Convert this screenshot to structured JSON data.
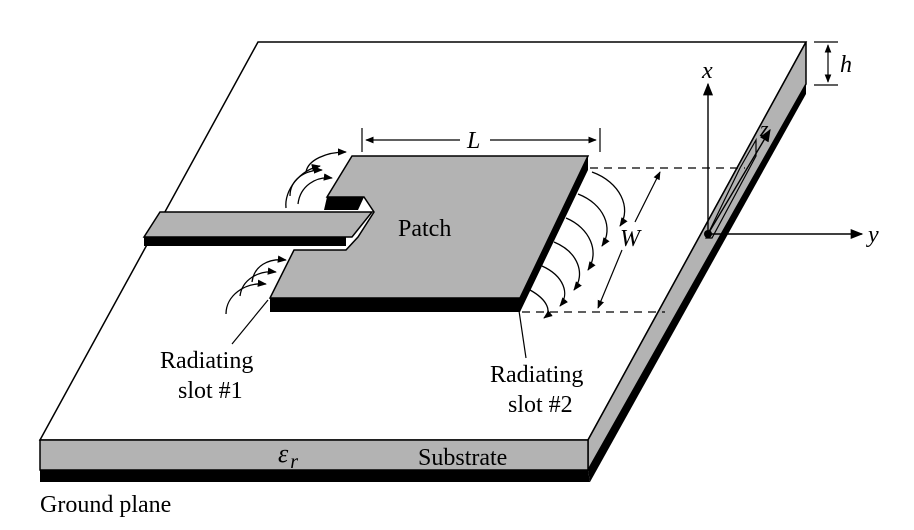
{
  "labels": {
    "patch": "Patch",
    "length": "L",
    "width": "W",
    "height": "h",
    "slot1_line1": "Radiating",
    "slot1_line2": "slot #1",
    "slot2_line1": "Radiating",
    "slot2_line2": "slot #2",
    "epsilon_symbol": "ε",
    "epsilon_subscript": "r",
    "substrate": "Substrate",
    "ground_plane": "Ground plane",
    "axis_x": "x",
    "axis_y": "y",
    "axis_z": "z"
  },
  "colors": {
    "fill_gray": "#b3b3b3",
    "edge_black": "#000000",
    "background": "#ffffff"
  }
}
